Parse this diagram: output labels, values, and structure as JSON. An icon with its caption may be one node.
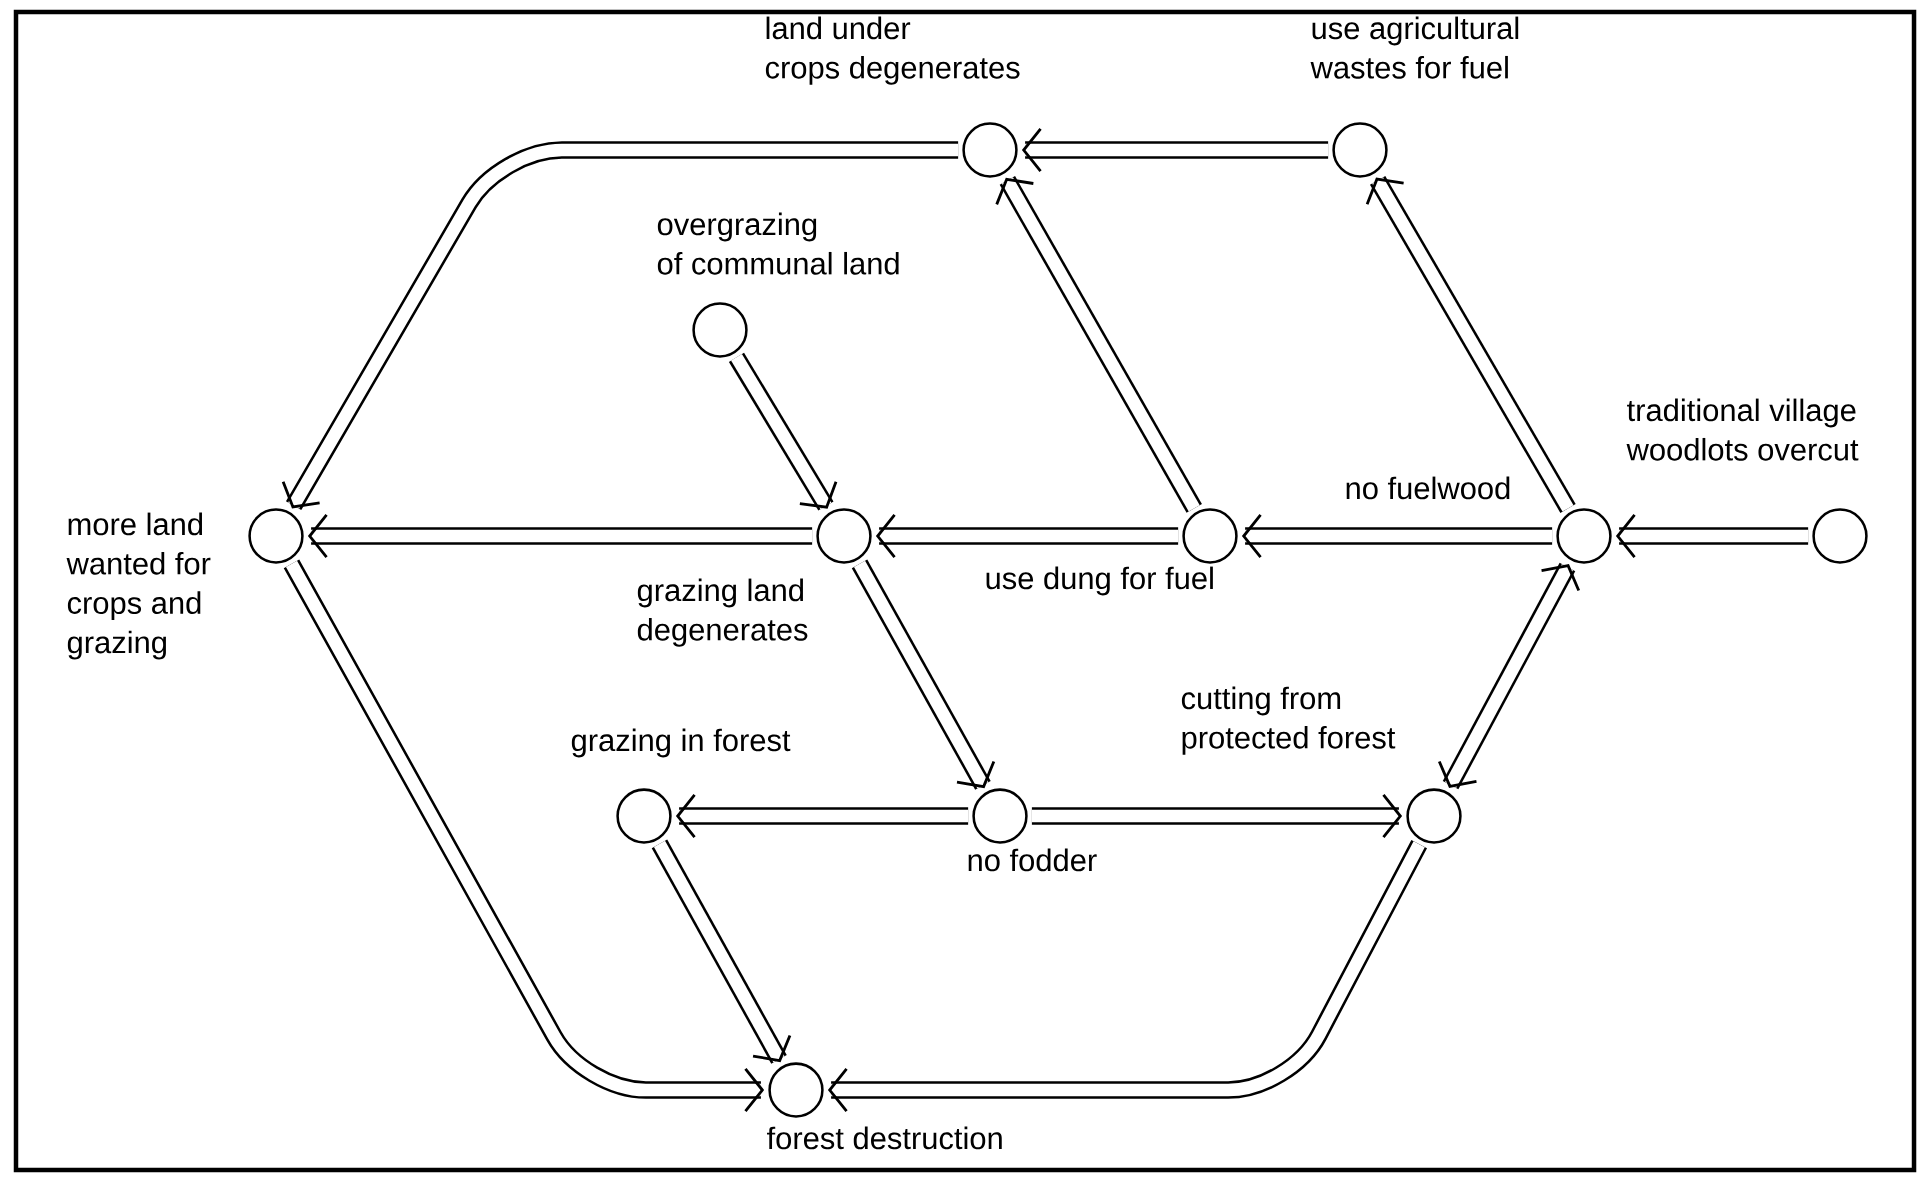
{
  "diagram": {
    "nodes": [
      {
        "text": [
          "land under crops degenerates"
        ]
      },
      {
        "text": [
          "use agricultural wastes for fuel"
        ]
      },
      {
        "text": [
          "overgrazing of communal land"
        ]
      },
      {
        "text": [
          "more land wanted for crops and grazing"
        ]
      },
      {
        "text": [
          "grazing land degenerates"
        ]
      },
      {
        "text": [
          "use dung for fuel"
        ]
      },
      {
        "text": [
          "no fuelwood"
        ]
      },
      {
        "text": [
          "traditional village woodlots overcut"
        ]
      },
      {
        "text": [
          "grazing in forest"
        ]
      },
      {
        "text": [
          "no fodder"
        ]
      },
      {
        "text": [
          "cutting from protected forest"
        ]
      },
      {
        "text": [
          "forest destruction"
        ]
      }
    ],
    "edges": [
      {
        "from": 0,
        "to": 3,
        "arrow": "to"
      },
      {
        "from": 1,
        "to": 0,
        "arrow": "to"
      },
      {
        "from": 5,
        "to": 0,
        "arrow": "to"
      },
      {
        "from": 6,
        "to": 1,
        "arrow": "to"
      },
      {
        "from": 2,
        "to": 4,
        "arrow": "to"
      },
      {
        "from": 4,
        "to": 3,
        "arrow": "to"
      },
      {
        "from": 5,
        "to": 4,
        "arrow": "to"
      },
      {
        "from": 6,
        "to": 5,
        "arrow": "to"
      },
      {
        "from": 7,
        "to": 6,
        "arrow": "to"
      },
      {
        "from": 10,
        "to": 6,
        "arrow": "both"
      },
      {
        "from": 4,
        "to": 9,
        "arrow": "to"
      },
      {
        "from": 9,
        "to": 8,
        "arrow": "to"
      },
      {
        "from": 9,
        "to": 10,
        "arrow": "to"
      },
      {
        "from": 3,
        "to": 11,
        "arrow": "to"
      },
      {
        "from": 8,
        "to": 11,
        "arrow": "to"
      },
      {
        "from": 10,
        "to": 11,
        "arrow": "to"
      }
    ]
  }
}
